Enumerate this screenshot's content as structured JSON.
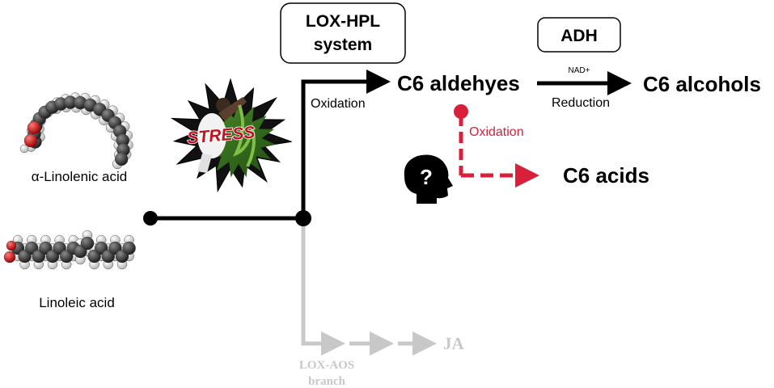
{
  "boxes": {
    "lox_hpl": [
      "LOX-HPL",
      "system"
    ],
    "adh": "ADH"
  },
  "compounds": {
    "alpha_linolenic": "α-Linolenic acid",
    "linoleic": "Linoleic acid",
    "c6_aldehydes": "C6 aldehyes",
    "c6_alcohols": "C6 alcohols",
    "c6_acids": "C6 acids",
    "ja": "JA"
  },
  "steps": {
    "oxidation_main": "Oxidation",
    "nad": "NAD+",
    "reduction": "Reduction",
    "oxidation_red": "Oxidation"
  },
  "branch": [
    "LOX-AOS",
    "branch"
  ],
  "stress": "STRESS",
  "colors": {
    "main": "#000000",
    "unknown_path": "#d8203a",
    "inactive_branch": "#c8c8c8",
    "molecule_carbon": "#3a3a3a",
    "molecule_hydrogen": "#e6e6e6",
    "molecule_oxygen": "#d21e1e",
    "stress_text": "#c1121f"
  },
  "icons": {
    "unknown_mechanism": "head-question-icon",
    "stress": "stress-burst-icon"
  }
}
